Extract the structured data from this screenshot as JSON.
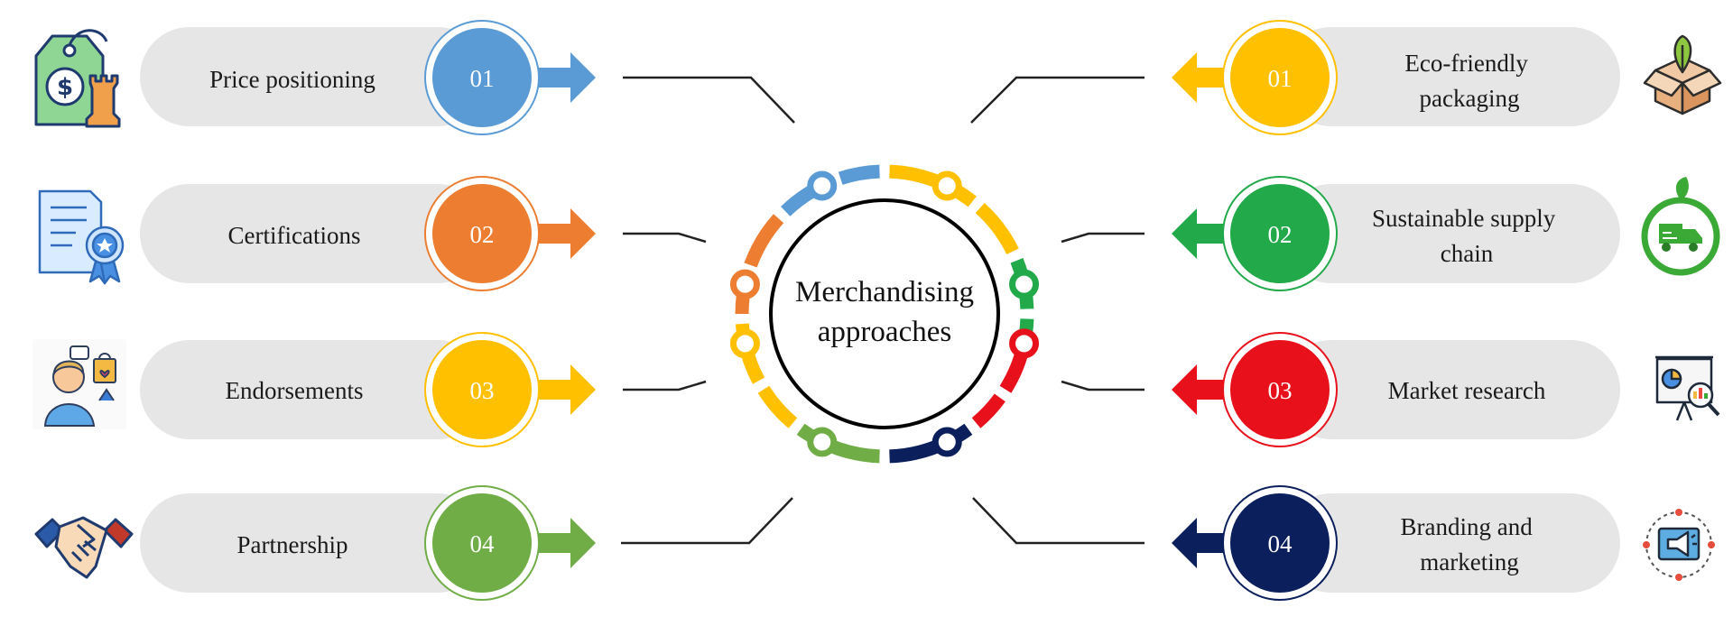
{
  "center": {
    "line1": "Merchandising",
    "line2": "approaches"
  },
  "left": [
    {
      "number": "01",
      "lines": [
        "Price positioning"
      ],
      "color": "#5b9bd5",
      "icon": "price-tag-chess-icon"
    },
    {
      "number": "02",
      "lines": [
        "Certifications"
      ],
      "color": "#ed7d31",
      "icon": "certificate-icon"
    },
    {
      "number": "03",
      "lines": [
        "Endorsements"
      ],
      "color": "#ffc000",
      "icon": "endorsement-icon"
    },
    {
      "number": "04",
      "lines": [
        "Partnership"
      ],
      "color": "#70ad47",
      "icon": "handshake-icon"
    }
  ],
  "right": [
    {
      "number": "01",
      "lines": [
        "Eco-friendly",
        "packaging"
      ],
      "color": "#ffc000",
      "icon": "eco-box-icon"
    },
    {
      "number": "02",
      "lines": [
        "Sustainable supply",
        "chain"
      ],
      "color": "#21a94a",
      "icon": "green-truck-icon"
    },
    {
      "number": "03",
      "lines": [
        "Market research"
      ],
      "color": "#e8111b",
      "icon": "presentation-chart-icon"
    },
    {
      "number": "04",
      "lines": [
        "Branding and",
        "marketing"
      ],
      "color": "#0a1f5c",
      "icon": "megaphone-icon"
    }
  ]
}
